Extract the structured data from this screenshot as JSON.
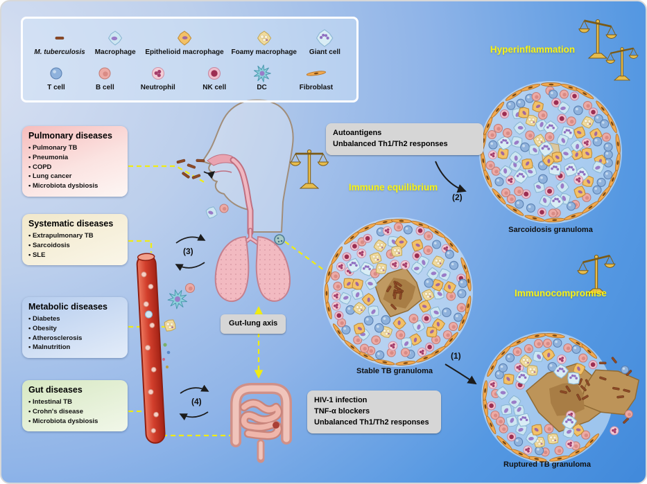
{
  "legend": {
    "row1": [
      {
        "label": "M. tuberculosis",
        "icon": "mtb"
      },
      {
        "label": "Macrophage",
        "icon": "macrophage"
      },
      {
        "label": "Epithelioid macrophage",
        "icon": "epithelioid"
      },
      {
        "label": "Foamy macrophage",
        "icon": "foamy"
      },
      {
        "label": "Giant cell",
        "icon": "giant"
      }
    ],
    "row2": [
      {
        "label": "T cell",
        "icon": "tcell"
      },
      {
        "label": "B cell",
        "icon": "bcell"
      },
      {
        "label": "Neutrophil",
        "icon": "neutrophil"
      },
      {
        "label": "NK cell",
        "icon": "nkcell"
      },
      {
        "label": "DC",
        "icon": "dc"
      },
      {
        "label": "Fibroblast",
        "icon": "fibroblast"
      }
    ]
  },
  "disease_boxes": [
    {
      "title": "Pulmonary diseases",
      "items": [
        "Pulmonary TB",
        "Pneumonia",
        "COPD",
        "Lung cancer",
        "Microbiota dysbiosis"
      ]
    },
    {
      "title": "Systematic diseases",
      "items": [
        "Extrapulmonary TB",
        "Sarcoidosis",
        "SLE"
      ]
    },
    {
      "title": "Metabolic diseases",
      "items": [
        "Diabetes",
        "Obesity",
        "Atherosclerosis",
        "Malnutrition"
      ]
    },
    {
      "title": "Gut diseases",
      "items": [
        "Intestinal TB",
        "Crohn's disease",
        "Microbiota dysbiosis"
      ]
    }
  ],
  "callouts": {
    "autoantigens_lines": [
      "Autoantigens",
      "Unbalanced Th1/Th2 responses"
    ],
    "immunosuppression_lines": [
      "HIV-1 infection",
      "TNF-α blockers",
      "Unbalanced Th1/Th2 responses"
    ],
    "gut_lung_axis": "Gut-lung axis"
  },
  "state_labels": {
    "hyperinflammation": "Hyperinflammation",
    "immune_equilibrium": "Immune equilibrium",
    "immunocompromise": "Immunocompromise"
  },
  "granuloma_labels": {
    "sarcoidosis": "Sarcoidosis granuloma",
    "stable": "Stable TB granuloma",
    "ruptured": "Ruptured TB granuloma"
  },
  "steps": {
    "s1": "(1)",
    "s2": "(2)",
    "s3": "(3)",
    "s4": "(4)"
  },
  "colors": {
    "background_left": "#d9e1f2",
    "background_right": "#3f88da",
    "highlight_yellow": "#f7f217",
    "callout_gray": "#d6d6d6",
    "caseum_brown": "#bd9459",
    "vessel_red": "#d23f2c"
  }
}
